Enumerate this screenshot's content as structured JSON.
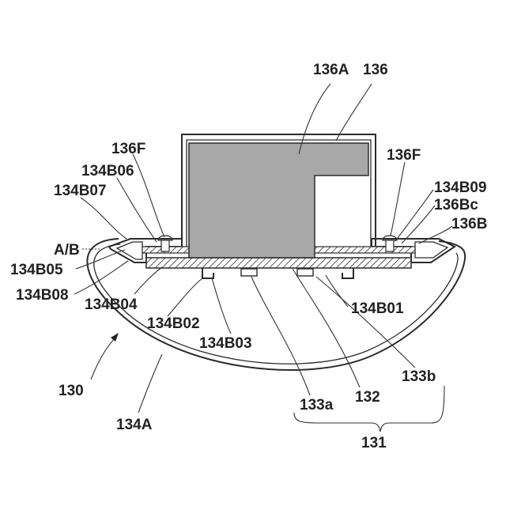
{
  "labels": {
    "l136A": "136A",
    "l136": "136",
    "l136F_left": "136F",
    "l136F_right": "136F",
    "l134B06": "134B06",
    "l134B07": "134B07",
    "l134B09": "134B09",
    "l136Bc": "136Bc",
    "l136B": "136B",
    "lAB": "A/B",
    "l134B05": "134B05",
    "l134B08": "134B08",
    "l134B04": "134B04",
    "l134B01": "134B01",
    "l134B02": "134B02",
    "l134B03": "134B03",
    "l130": "130",
    "l133b": "133b",
    "l132": "132",
    "l133a": "133a",
    "l134A": "134A",
    "l131": "131"
  }
}
